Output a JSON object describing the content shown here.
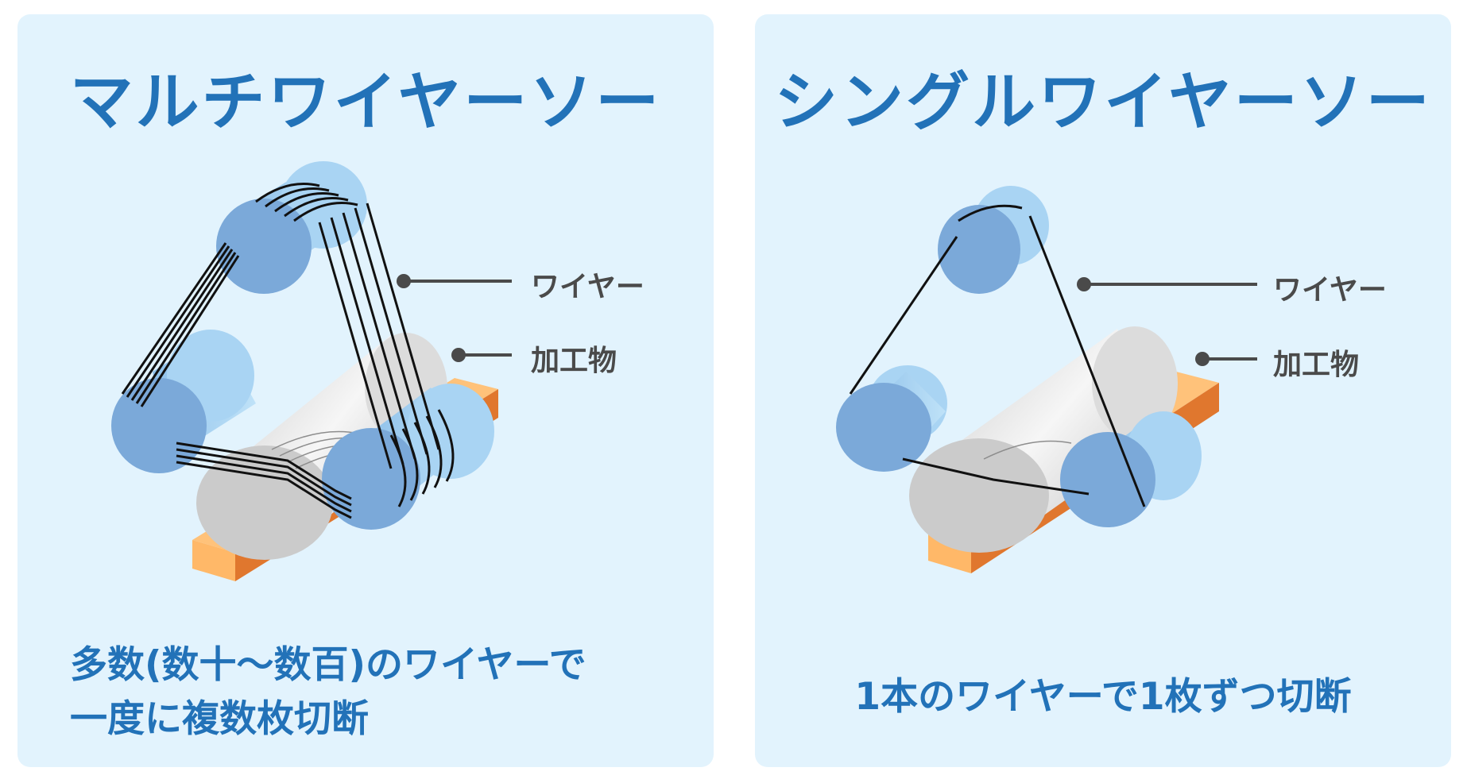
{
  "colors": {
    "panel_bg": "#e2f3fd",
    "title": "#2272b8",
    "roller": "#7ba9d9",
    "roller_side": "#a9d4f3",
    "workpiece": "#d6d6d6",
    "base_top": "#ffc27a",
    "base_side": "#e0772e",
    "wire": "#111111",
    "leader": "#4a4a4a"
  },
  "multi": {
    "title": "マルチワイヤーソー",
    "label_wire": "ワイヤー",
    "label_workpiece": "加工物",
    "desc_line1": "多数(数十〜数百)のワイヤーで",
    "desc_line2": "一度に複数枚切断"
  },
  "single": {
    "title": "シングルワイヤーソー",
    "label_wire": "ワイヤー",
    "label_workpiece": "加工物",
    "desc": "1本のワイヤーで1枚ずつ切断"
  }
}
